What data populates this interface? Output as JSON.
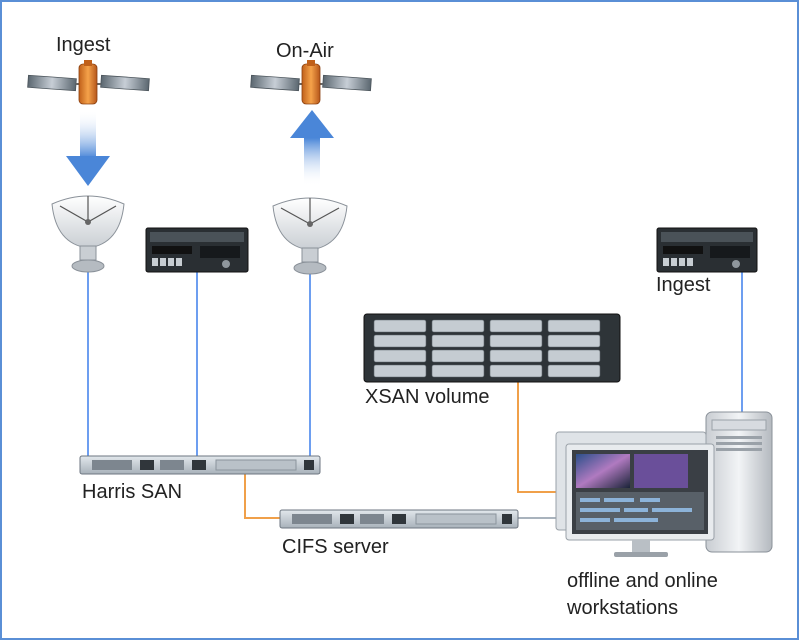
{
  "labels": {
    "ingest_top": "Ingest",
    "on_air": "On-Air",
    "ingest_right": "Ingest",
    "xsan_volume": "XSAN volume",
    "harris_san": "Harris SAN",
    "cifs_server": "CIFS server",
    "workstations_line1": "offline and online",
    "workstations_line2": "workstations"
  },
  "colors": {
    "border": "#5a8fd6",
    "blue_link": "#6d9ef0",
    "orange_link": "#f0a04a",
    "gray_link": "#a9b3bd",
    "arrow": "#4a86d8"
  },
  "icons": {
    "satellite": "satellite-icon",
    "dish": "satellite-dish-icon",
    "deck": "video-deck-icon",
    "storage": "storage-array-icon",
    "rack": "rack-server-icon",
    "workstation": "workstation-icon"
  }
}
